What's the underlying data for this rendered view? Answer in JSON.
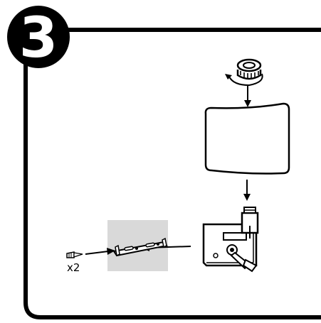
{
  "step": {
    "number": "3"
  },
  "parts": {
    "screw_quantity": "x2"
  },
  "colors": {
    "ink": "#000000",
    "wall": "#d9d9d9",
    "shade": "#ffffff",
    "badge_text": "#ffffff"
  },
  "icons": {
    "step_badge": "step-number-badge",
    "retaining_ring": "ring-nut-icon",
    "rotation_arrow": "rotate-arrow-icon",
    "lamp_shade": "lamp-shade-icon",
    "socket": "lamp-socket-icon",
    "wall_plate": "wall-plate-icon",
    "reading_light": "reading-light-icon",
    "mounting_bracket": "mounting-bracket-icon",
    "screw": "screw-icon",
    "wall": "wall-section"
  }
}
